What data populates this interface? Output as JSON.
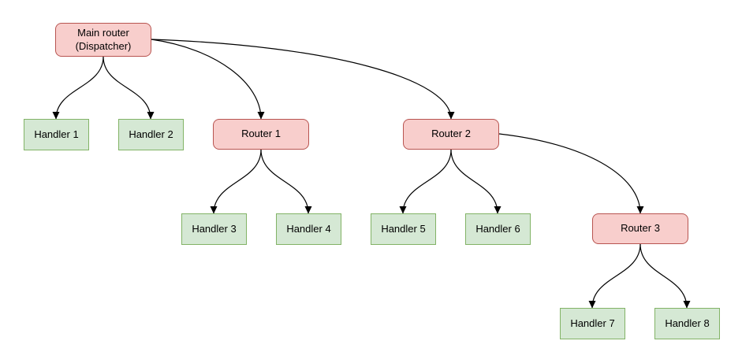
{
  "diagram": {
    "nodes": [
      {
        "id": "main",
        "label": "Main router\n(Dispatcher)",
        "type": "router"
      },
      {
        "id": "h1",
        "label": "Handler 1",
        "type": "handler"
      },
      {
        "id": "h2",
        "label": "Handler 2",
        "type": "handler"
      },
      {
        "id": "r1",
        "label": "Router 1",
        "type": "router"
      },
      {
        "id": "r2",
        "label": "Router 2",
        "type": "router"
      },
      {
        "id": "h3",
        "label": "Handler 3",
        "type": "handler"
      },
      {
        "id": "h4",
        "label": "Handler 4",
        "type": "handler"
      },
      {
        "id": "h5",
        "label": "Handler 5",
        "type": "handler"
      },
      {
        "id": "h6",
        "label": "Handler 6",
        "type": "handler"
      },
      {
        "id": "r3",
        "label": "Router 3",
        "type": "router"
      },
      {
        "id": "h7",
        "label": "Handler 7",
        "type": "handler"
      },
      {
        "id": "h8",
        "label": "Handler 8",
        "type": "handler"
      }
    ],
    "edges": [
      {
        "from": "main",
        "to": "h1"
      },
      {
        "from": "main",
        "to": "h2"
      },
      {
        "from": "main",
        "to": "r1"
      },
      {
        "from": "main",
        "to": "r2"
      },
      {
        "from": "r1",
        "to": "h3"
      },
      {
        "from": "r1",
        "to": "h4"
      },
      {
        "from": "r2",
        "to": "h5"
      },
      {
        "from": "r2",
        "to": "h6"
      },
      {
        "from": "r2",
        "to": "r3"
      },
      {
        "from": "r3",
        "to": "h7"
      },
      {
        "from": "r3",
        "to": "h8"
      }
    ],
    "colors": {
      "router_fill": "#f8cecc",
      "router_border": "#b85450",
      "handler_fill": "#d5e8d4",
      "handler_border": "#82b366",
      "edge": "#000000",
      "text": "#000000",
      "background": "#ffffff"
    }
  }
}
